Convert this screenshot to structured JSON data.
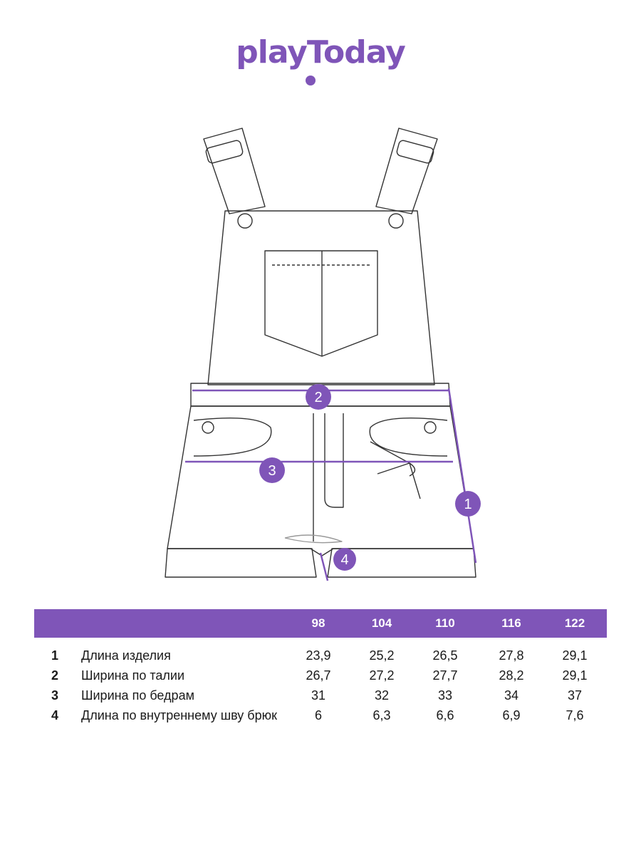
{
  "brand": {
    "logo_text": "playToday",
    "accent_color": "#7f55b8"
  },
  "diagram": {
    "markers": [
      "1",
      "2",
      "3",
      "4"
    ]
  },
  "table": {
    "sizes": [
      "98",
      "104",
      "110",
      "116",
      "122"
    ],
    "rows": [
      {
        "num": "1",
        "label": "Длина изделия",
        "values": [
          "23,9",
          "25,2",
          "26,5",
          "27,8",
          "29,1"
        ]
      },
      {
        "num": "2",
        "label": "Ширина по талии",
        "values": [
          "26,7",
          "27,2",
          "27,7",
          "28,2",
          "29,1"
        ]
      },
      {
        "num": "3",
        "label": "Ширина по бедрам",
        "values": [
          "31",
          "32",
          "33",
          "34",
          "37"
        ]
      },
      {
        "num": "4",
        "label": "Длина по внутреннему шву брюк",
        "values": [
          "6",
          "6,3",
          "6,6",
          "6,9",
          "7,6"
        ]
      }
    ]
  }
}
